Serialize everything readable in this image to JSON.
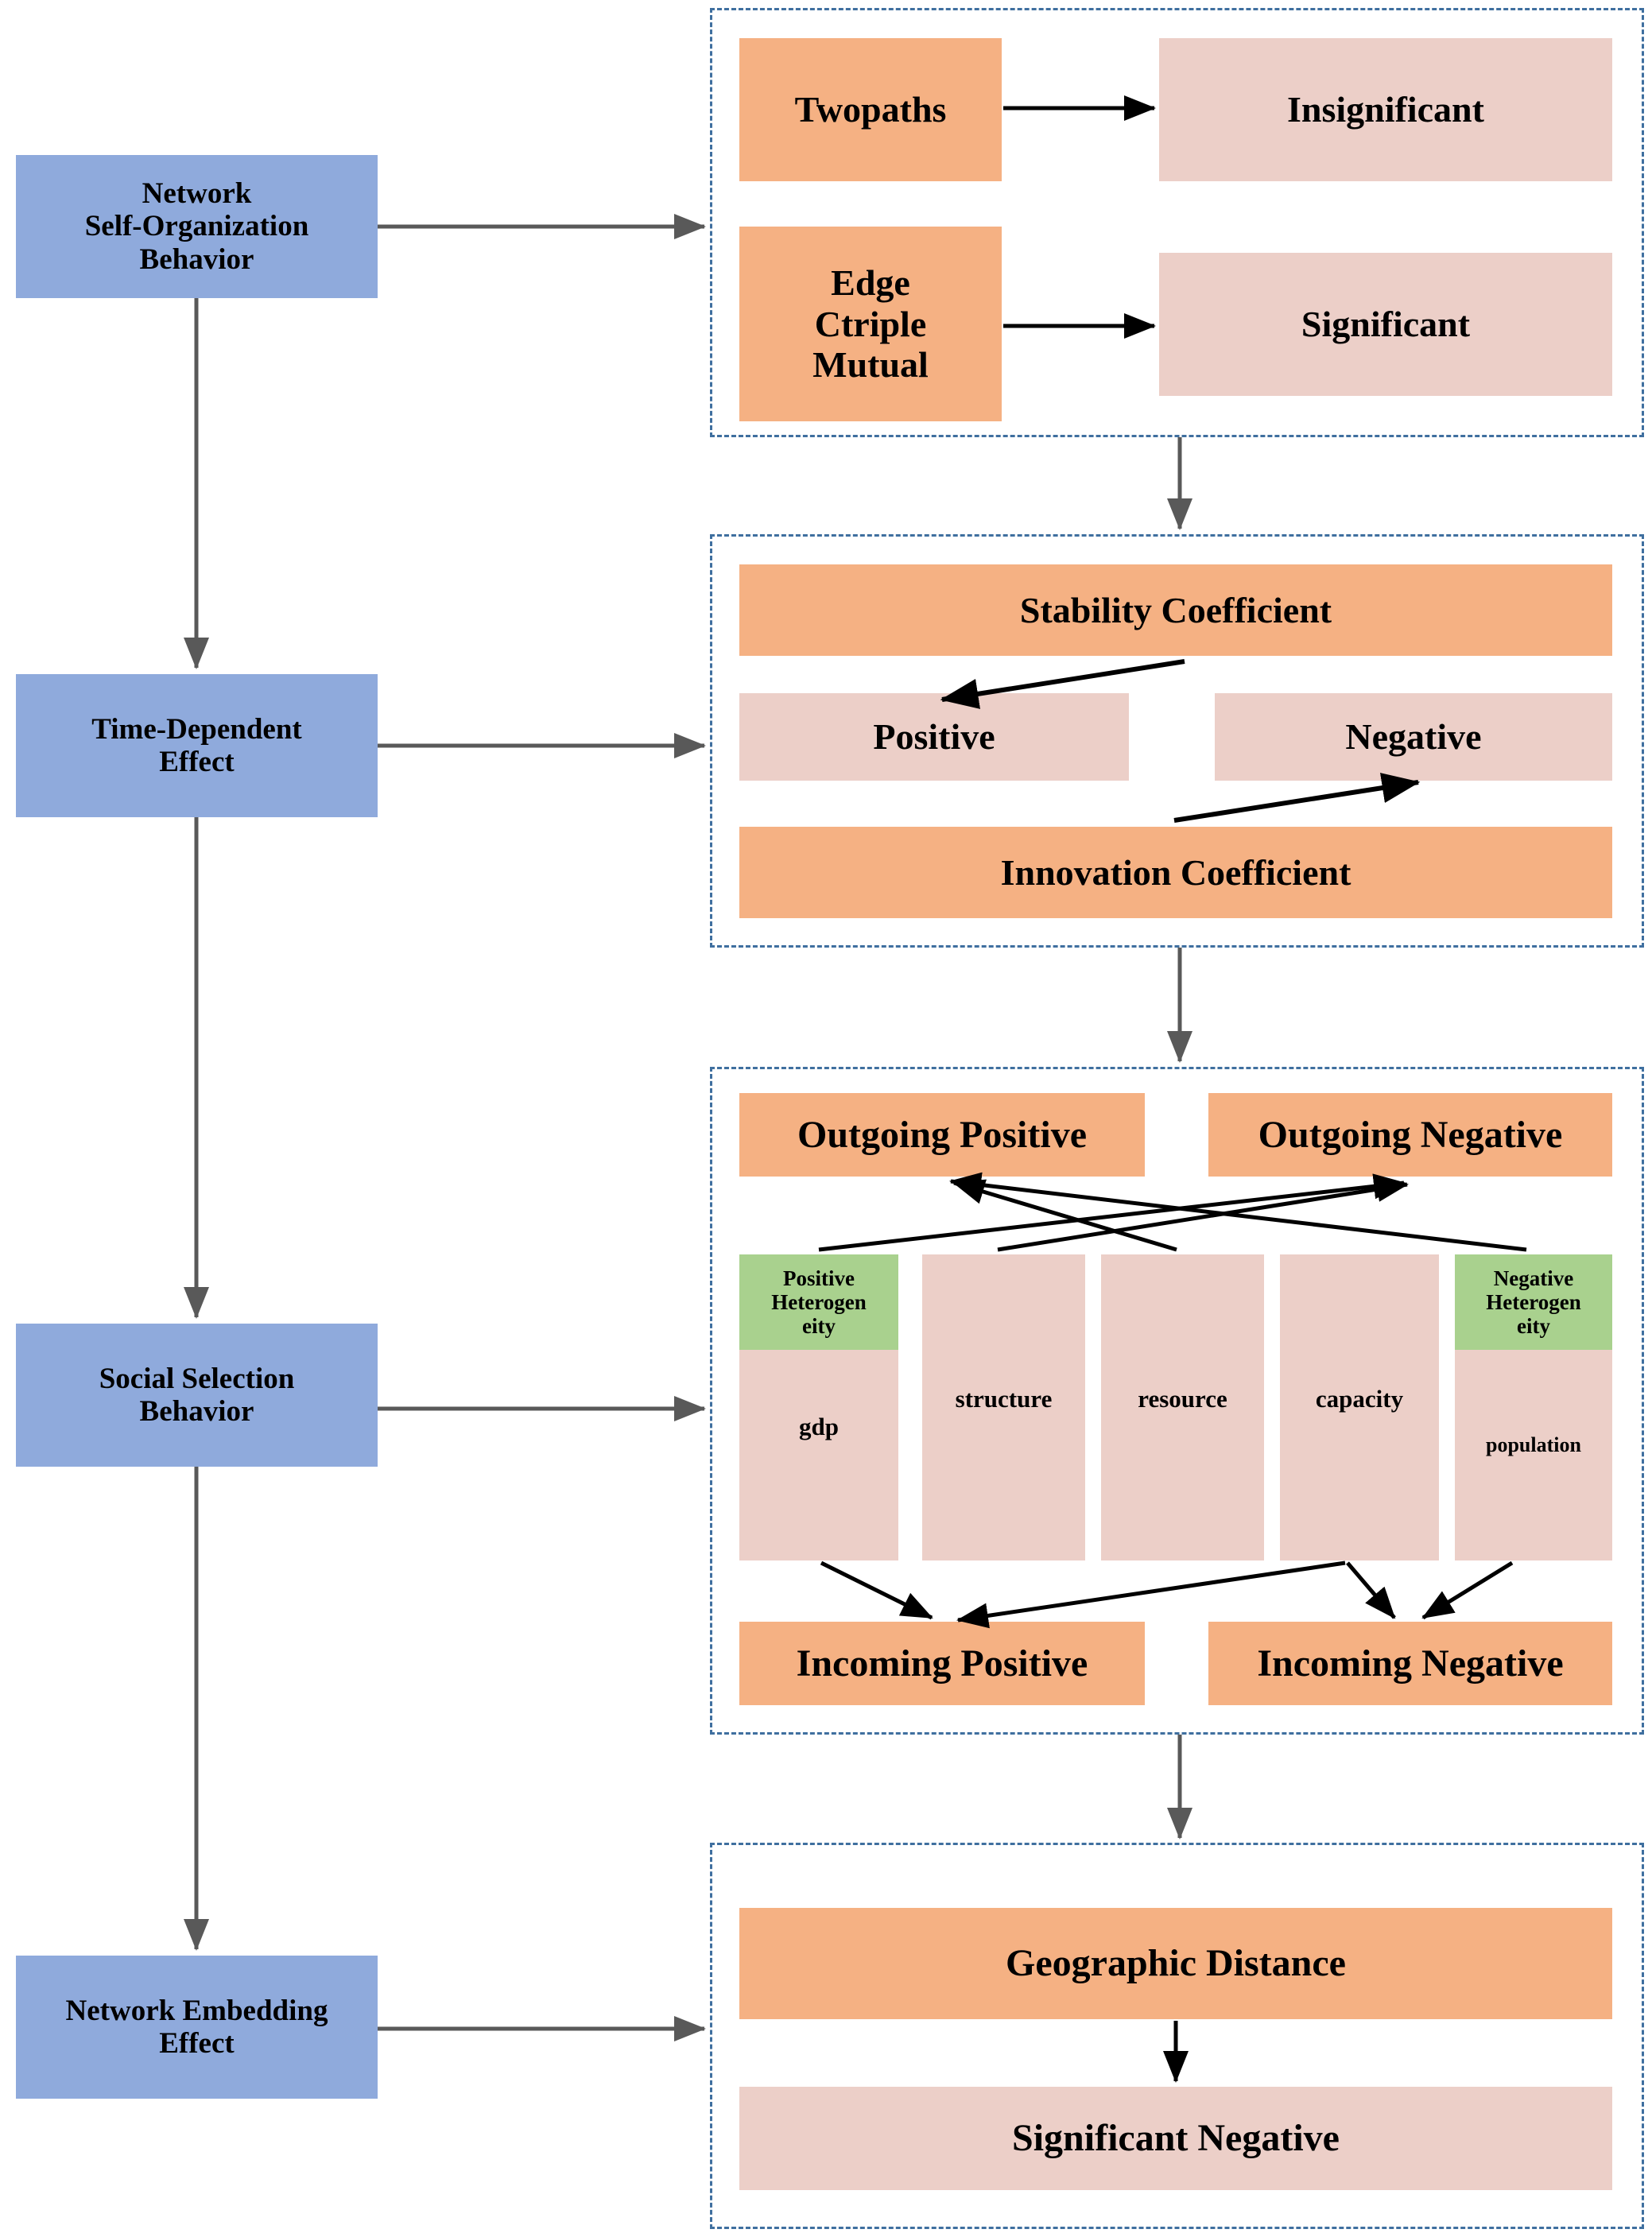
{
  "meta": {
    "title": "Network analysis framework flow diagram",
    "colors": {
      "blue": "#8faadc",
      "orange": "#f5b183",
      "pink": "#eccfc8",
      "green": "#a9d18e",
      "frame": "#3f6f9f",
      "arrow": "#000000"
    }
  },
  "left_column": {
    "items": [
      {
        "id": "network-self-organization-behavior",
        "label": "Network\nSelf-Organization\nBehavior"
      },
      {
        "id": "time-dependent-effect",
        "label": "Time-Dependent\nEffect"
      },
      {
        "id": "social-selection-behavior",
        "label": "Social Selection\nBehavior"
      },
      {
        "id": "network-embedding-effect",
        "label": "Network Embedding\nEffect"
      }
    ]
  },
  "groups": [
    {
      "id": "self-organization-group",
      "nodes": [
        {
          "id": "twopaths",
          "label": "Twopaths",
          "color": "orange"
        },
        {
          "id": "insignificant",
          "label": "Insignificant",
          "color": "pink"
        },
        {
          "id": "edge-ctriple-mutual",
          "label": "Edge\nCtriple\nMutual",
          "color": "orange"
        },
        {
          "id": "significant",
          "label": "Significant",
          "color": "pink"
        }
      ],
      "edges": [
        {
          "from": "twopaths",
          "to": "insignificant"
        },
        {
          "from": "edge-ctriple-mutual",
          "to": "significant"
        }
      ]
    },
    {
      "id": "time-dependent-group",
      "nodes": [
        {
          "id": "stability-coefficient",
          "label": "Stability Coefficient",
          "color": "orange"
        },
        {
          "id": "positive",
          "label": "Positive",
          "color": "pink"
        },
        {
          "id": "negative",
          "label": "Negative",
          "color": "pink"
        },
        {
          "id": "innovation-coefficient",
          "label": "Innovation Coefficient",
          "color": "orange"
        }
      ],
      "edges": [
        {
          "from": "stability-coefficient",
          "to": "positive"
        },
        {
          "from": "innovation-coefficient",
          "to": "negative"
        }
      ]
    },
    {
      "id": "social-selection-group",
      "nodes": [
        {
          "id": "outgoing-positive",
          "label": "Outgoing Positive",
          "color": "orange"
        },
        {
          "id": "outgoing-negative",
          "label": "Outgoing Negative",
          "color": "orange"
        },
        {
          "id": "positive-heterogeneity",
          "label": "Positive\nHeterogen\neity",
          "color": "green"
        },
        {
          "id": "negative-heterogeneity",
          "label": "Negative\nHeterogen\neity",
          "color": "green"
        },
        {
          "id": "gdp",
          "label": "gdp",
          "color": "pink"
        },
        {
          "id": "structure",
          "label": "structure",
          "color": "pink"
        },
        {
          "id": "resource",
          "label": "resource",
          "color": "pink"
        },
        {
          "id": "capacity",
          "label": "capacity",
          "color": "pink"
        },
        {
          "id": "population",
          "label": "population",
          "color": "pink"
        },
        {
          "id": "incoming-positive",
          "label": "Incoming Positive",
          "color": "orange"
        },
        {
          "id": "incoming-negative",
          "label": "Incoming Negative",
          "color": "orange"
        }
      ],
      "edges": [
        {
          "from": "positive-heterogeneity",
          "to": "outgoing-negative"
        },
        {
          "from": "structure",
          "to": "outgoing-negative"
        },
        {
          "from": "resource",
          "to": "outgoing-positive"
        },
        {
          "from": "negative-heterogeneity",
          "to": "outgoing-positive"
        },
        {
          "from": "gdp",
          "to": "incoming-positive"
        },
        {
          "from": "capacity",
          "to": "incoming-positive"
        },
        {
          "from": "capacity",
          "to": "incoming-negative"
        },
        {
          "from": "population",
          "to": "incoming-negative"
        }
      ]
    },
    {
      "id": "network-embedding-group",
      "nodes": [
        {
          "id": "geographic-distance",
          "label": "Geographic Distance",
          "color": "orange"
        },
        {
          "id": "significant-negative",
          "label": "Significant Negative",
          "color": "pink"
        }
      ],
      "edges": [
        {
          "from": "geographic-distance",
          "to": "significant-negative"
        }
      ]
    }
  ],
  "connectors": {
    "left_to_group": [
      {
        "from": "network-self-organization-behavior",
        "to": "self-organization-group"
      },
      {
        "from": "time-dependent-effect",
        "to": "time-dependent-group"
      },
      {
        "from": "social-selection-behavior",
        "to": "social-selection-group"
      },
      {
        "from": "network-embedding-effect",
        "to": "network-embedding-group"
      }
    ],
    "left_chain": [
      {
        "from": "network-self-organization-behavior",
        "to": "time-dependent-effect"
      },
      {
        "from": "time-dependent-effect",
        "to": "social-selection-behavior"
      },
      {
        "from": "social-selection-behavior",
        "to": "network-embedding-effect"
      }
    ],
    "group_chain": [
      {
        "from": "self-organization-group",
        "to": "time-dependent-group"
      },
      {
        "from": "time-dependent-group",
        "to": "social-selection-group"
      },
      {
        "from": "social-selection-group",
        "to": "network-embedding-group"
      }
    ]
  }
}
